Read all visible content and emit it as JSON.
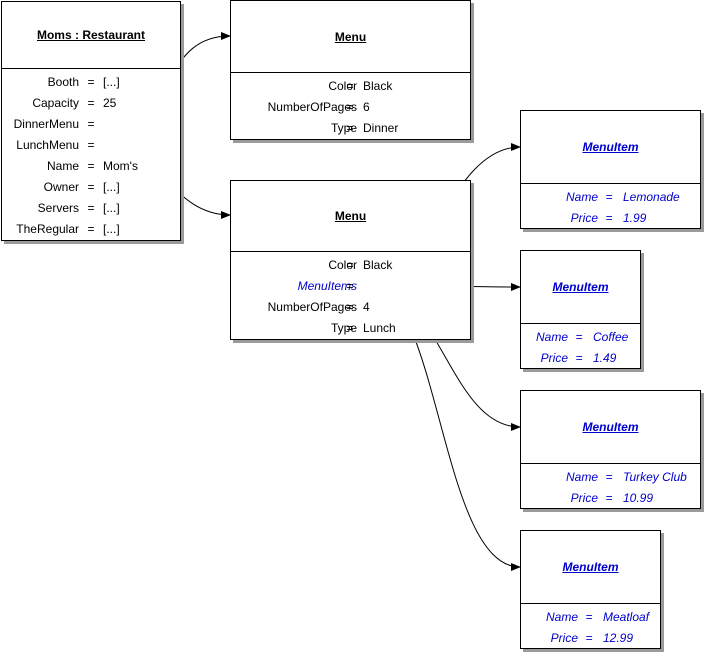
{
  "restaurant": {
    "title": "Moms : Restaurant",
    "attributes": [
      {
        "name": "Booth",
        "eq": "=",
        "value": "[...]"
      },
      {
        "name": "Capacity",
        "eq": "=",
        "value": "25"
      },
      {
        "name": "DinnerMenu",
        "eq": "=",
        "value": ""
      },
      {
        "name": "LunchMenu",
        "eq": "=",
        "value": ""
      },
      {
        "name": "Name",
        "eq": "=",
        "value": "Mom's"
      },
      {
        "name": "Owner",
        "eq": "=",
        "value": "[...]"
      },
      {
        "name": "Servers",
        "eq": "=",
        "value": "[...]"
      },
      {
        "name": "TheRegular",
        "eq": "=",
        "value": "[...]"
      }
    ]
  },
  "dinner_menu": {
    "title": "Menu",
    "attributes": [
      {
        "name": "Color",
        "eq": "=",
        "value": "Black"
      },
      {
        "name": "NumberOfPages",
        "eq": "=",
        "value": "6"
      },
      {
        "name": "Type",
        "eq": "=",
        "value": "Dinner"
      }
    ]
  },
  "lunch_menu": {
    "title": "Menu",
    "attributes": [
      {
        "name": "Color",
        "eq": "=",
        "value": "Black"
      },
      {
        "name": "MenuItems",
        "eq": "=",
        "value": ""
      },
      {
        "name": "NumberOfPages",
        "eq": "=",
        "value": "4"
      },
      {
        "name": "Type",
        "eq": "=",
        "value": "Lunch"
      }
    ]
  },
  "menu_items": [
    {
      "title": "MenuItem",
      "attributes": [
        {
          "name": "Name",
          "eq": "=",
          "value": "Lemonade"
        },
        {
          "name": "Price",
          "eq": "=",
          "value": "1.99"
        }
      ]
    },
    {
      "title": "MenuItem",
      "attributes": [
        {
          "name": "Name",
          "eq": "=",
          "value": "Coffee"
        },
        {
          "name": "Price",
          "eq": "=",
          "value": "1.49"
        }
      ]
    },
    {
      "title": "MenuItem",
      "attributes": [
        {
          "name": "Name",
          "eq": "=",
          "value": "Turkey Club"
        },
        {
          "name": "Price",
          "eq": "=",
          "value": "10.99"
        }
      ]
    },
    {
      "title": "MenuItem",
      "attributes": [
        {
          "name": "Name",
          "eq": "=",
          "value": "Meatloaf"
        },
        {
          "name": "Price",
          "eq": "=",
          "value": "12.99"
        }
      ]
    }
  ],
  "colors": {
    "border": "#000000",
    "shadow": "#9a9a9a",
    "link_text": "#0000cc",
    "background": "#ffffff"
  }
}
